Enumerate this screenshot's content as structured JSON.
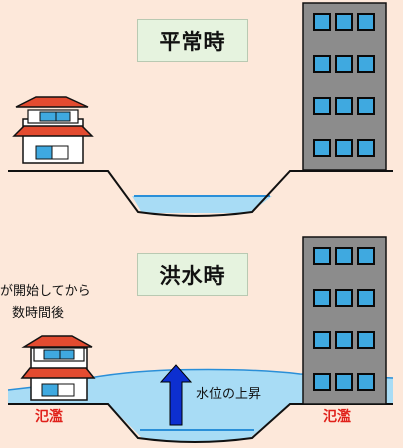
{
  "normal": {
    "title": "平常時"
  },
  "flood": {
    "title": "洪水時",
    "note_line1": "が開始してから",
    "note_line2": "数時間後",
    "rise_label": "水位の上昇",
    "overflow_left": "氾濫",
    "overflow_right": "氾濫"
  },
  "colors": {
    "background": "#fde8da",
    "water": "#a8dcf5",
    "water_line": "#2a8fd8",
    "roof": "#e34b30",
    "building": "#8c8c8c",
    "window": "#3fa9e0",
    "arrow": "#0d2fd0",
    "overflow_text": "#e0201a"
  }
}
